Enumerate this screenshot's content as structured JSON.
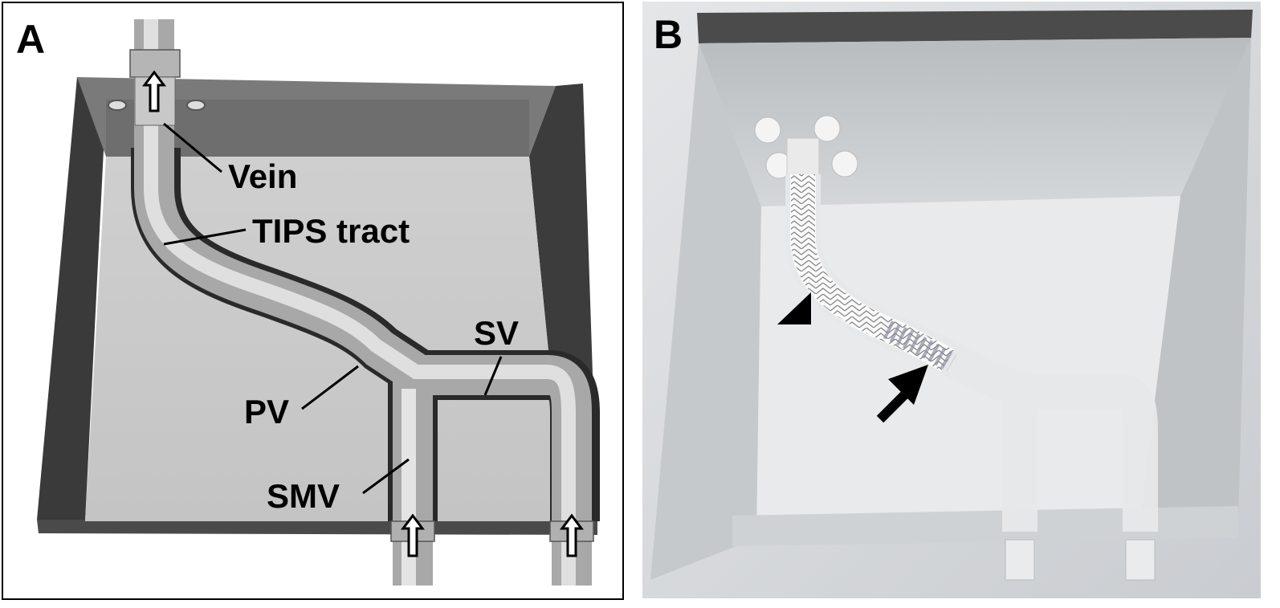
{
  "panel_a": {
    "letter": "A",
    "labels": {
      "vein": "Vein",
      "tips_tract": "TIPS tract",
      "sv": "SV",
      "pv": "PV",
      "smv": "SMV"
    }
  },
  "panel_b": {
    "letter": "B"
  },
  "colors": {
    "box_wall_dark": "#3c3c3c",
    "box_wall_mid": "#6e6e6e",
    "box_floor": "#c8c8c8",
    "vessel": "#bdbdbd",
    "photo_background": "#d9dcdf"
  }
}
